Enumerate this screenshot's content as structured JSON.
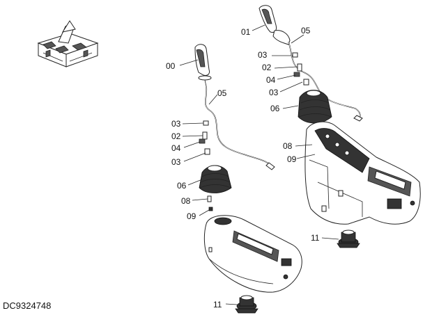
{
  "document_code": "DC9324748",
  "callouts": {
    "c00": "00",
    "c01": "01",
    "c02a": "02",
    "c02b": "02",
    "c03a": "03",
    "c03b": "03",
    "c03c": "03",
    "c03d": "03",
    "c04a": "04",
    "c04b": "04",
    "c05a": "05",
    "c05b": "05",
    "c06a": "06",
    "c06b": "06",
    "c08a": "08",
    "c08b": "08",
    "c09a": "09",
    "c09b": "09",
    "c11a": "11",
    "c11b": "11"
  }
}
